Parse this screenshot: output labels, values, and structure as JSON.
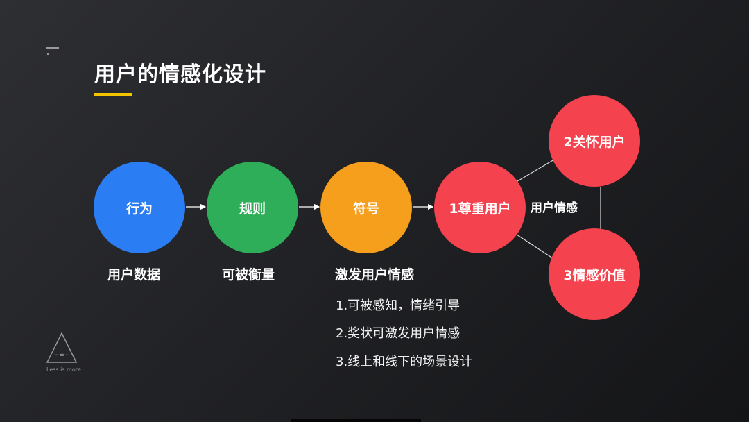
{
  "title": "用户的情感化设计",
  "colors": {
    "accent": "#f5c400",
    "blue": "#2a7df2",
    "green": "#2eae58",
    "orange": "#f59f1c",
    "red": "#f4434f"
  },
  "nodes": [
    {
      "label": "行为"
    },
    {
      "label": "规则"
    },
    {
      "label": "符号"
    },
    {
      "label": "1尊重用户"
    },
    {
      "label": "2关怀用户"
    },
    {
      "label": "3情感价值"
    }
  ],
  "center_label": "用户情感",
  "captions": [
    "用户数据",
    "可被衡量",
    "激发用户情感"
  ],
  "details": [
    "1.可被感知，情绪引导",
    "2.奖状可激发用户情感",
    "3.线上和线下的场景设计"
  ],
  "logo": {
    "glyphs": "−=+",
    "caption": "Less is more"
  }
}
